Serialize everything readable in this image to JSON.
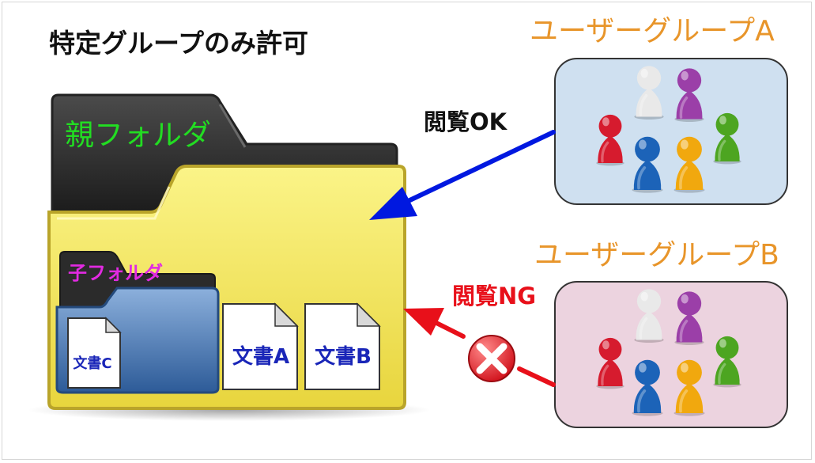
{
  "title": "特定グループのみ許可",
  "parent_folder": {
    "label": "親フォルダ"
  },
  "child_folder": {
    "label": "子フォルダ"
  },
  "documents": {
    "doc_a": "文書A",
    "doc_b": "文書B",
    "doc_c": "文書C"
  },
  "group_a": {
    "label": "ユーザーグループA",
    "access": "閲覧OK"
  },
  "group_b": {
    "label": "ユーザーグループB",
    "access": "閲覧NG"
  },
  "colors": {
    "group_label": "#e8952a",
    "parent_label": "#22dd22",
    "child_label": "#e22ae2",
    "doc_text": "#1a26b8",
    "allow_arrow": "#0018e0",
    "deny": "#e8101a",
    "group_a_bg": "#cfe0f0",
    "group_b_bg": "#ecd3df"
  },
  "icons": {
    "allow": "arrow-icon",
    "deny": "x-circle-icon",
    "user": "person-piece-icon"
  }
}
